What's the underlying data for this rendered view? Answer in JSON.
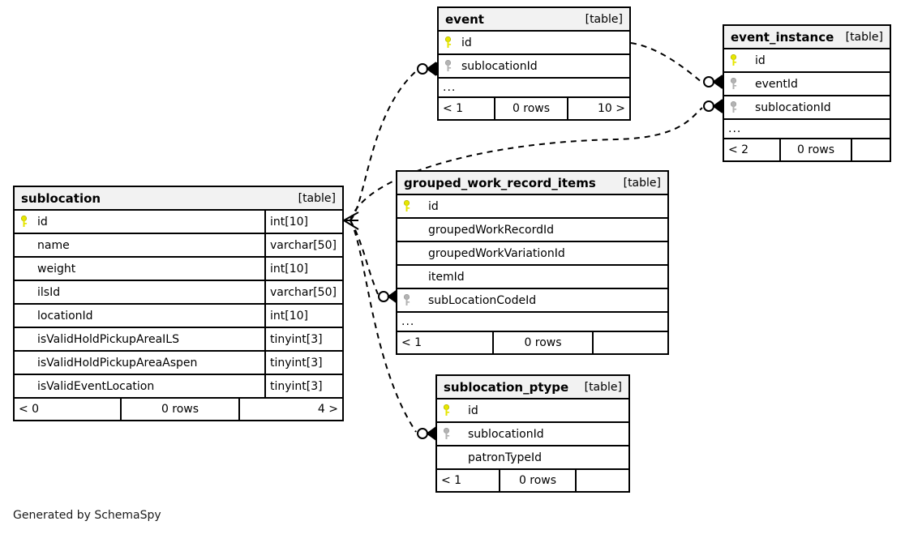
{
  "diagram": {
    "kind": "database-schema-erd",
    "generator_note": "Generated by SchemaSpy",
    "type_tag": "[table]",
    "colors": {
      "primary_key": "#e6e600",
      "foreign_key": "#b3b3b3",
      "table_header_bg": "#f2f2f2",
      "border": "#000000",
      "background": "#ffffff"
    }
  },
  "tables": [
    {
      "id": "event",
      "name": "event",
      "tag": "[table]",
      "columns": [
        {
          "name": "id",
          "key": "primary",
          "type": ""
        },
        {
          "name": "sublocationId",
          "key": "foreign",
          "type": ""
        }
      ],
      "has_ellipsis": true,
      "ellipsis": "...",
      "footer": {
        "left": "< 1",
        "middle": "0 rows",
        "right": "10 >"
      }
    },
    {
      "id": "event_instance",
      "name": "event_instance",
      "tag": "[table]",
      "columns": [
        {
          "name": "id",
          "key": "primary",
          "type": ""
        },
        {
          "name": "eventId",
          "key": "foreign",
          "type": ""
        },
        {
          "name": "sublocationId",
          "key": "foreign",
          "type": ""
        }
      ],
      "has_ellipsis": true,
      "ellipsis": "...",
      "footer": {
        "left": "< 2",
        "middle": "0 rows",
        "right": ""
      }
    },
    {
      "id": "sublocation",
      "name": "sublocation",
      "tag": "[table]",
      "columns": [
        {
          "name": "id",
          "key": "primary",
          "type": "int[10]"
        },
        {
          "name": "name",
          "key": "none",
          "type": "varchar[50]"
        },
        {
          "name": "weight",
          "key": "none",
          "type": "int[10]"
        },
        {
          "name": "ilsId",
          "key": "none",
          "type": "varchar[50]"
        },
        {
          "name": "locationId",
          "key": "none",
          "type": "int[10]"
        },
        {
          "name": "isValidHoldPickupAreaILS",
          "key": "none",
          "type": "tinyint[3]"
        },
        {
          "name": "isValidHoldPickupAreaAspen",
          "key": "none",
          "type": "tinyint[3]"
        },
        {
          "name": "isValidEventLocation",
          "key": "none",
          "type": "tinyint[3]"
        }
      ],
      "has_ellipsis": false,
      "ellipsis": "",
      "footer": {
        "left": "< 0",
        "middle": "0 rows",
        "right": "4 >"
      }
    },
    {
      "id": "grouped_work_record_items",
      "name": "grouped_work_record_items",
      "tag": "[table]",
      "columns": [
        {
          "name": "id",
          "key": "primary",
          "type": ""
        },
        {
          "name": "groupedWorkRecordId",
          "key": "none",
          "type": ""
        },
        {
          "name": "groupedWorkVariationId",
          "key": "none",
          "type": ""
        },
        {
          "name": "itemId",
          "key": "none",
          "type": ""
        },
        {
          "name": "subLocationCodeId",
          "key": "foreign",
          "type": ""
        }
      ],
      "has_ellipsis": true,
      "ellipsis": "...",
      "footer": {
        "left": "< 1",
        "middle": "0 rows",
        "right": ""
      }
    },
    {
      "id": "sublocation_ptype",
      "name": "sublocation_ptype",
      "tag": "[table]",
      "columns": [
        {
          "name": "id",
          "key": "primary",
          "type": ""
        },
        {
          "name": "sublocationId",
          "key": "foreign",
          "type": ""
        },
        {
          "name": "patronTypeId",
          "key": "none",
          "type": ""
        }
      ],
      "has_ellipsis": false,
      "ellipsis": "",
      "footer": {
        "left": "< 1",
        "middle": "0 rows",
        "right": ""
      }
    }
  ],
  "relationships": [
    {
      "from": "sublocation.id",
      "to": "event.sublocationId"
    },
    {
      "from": "sublocation.id",
      "to": "event_instance.sublocationId"
    },
    {
      "from": "event.id",
      "to": "event_instance.eventId"
    },
    {
      "from": "sublocation.id",
      "to": "grouped_work_record_items.subLocationCodeId"
    },
    {
      "from": "sublocation.id",
      "to": "sublocation_ptype.sublocationId"
    }
  ]
}
